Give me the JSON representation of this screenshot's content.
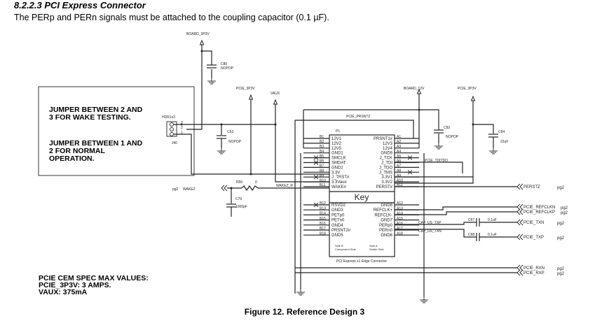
{
  "section": {
    "heading": "8.2.2.3  PCI Express Connector",
    "paragraph": "The PERp and PERn signals must be attached to the coupling capacitor (0.1 µF)."
  },
  "figure_caption": "Figure 12.  Reference Design 3",
  "notes": {
    "jumper_wake": [
      "JUMPER BETWEEN 2 AND",
      "3 FOR WAKE TESTING."
    ],
    "jumper_normal": [
      "JUMPER BETWEEN 1 AND",
      "2 FOR NORMAL",
      "OPERATION."
    ],
    "spec": [
      "PCIE CEM SPEC MAX VALUES:",
      "PCIE_3P3V:  3 AMPS.",
      "VAUX:    375mA"
    ]
  },
  "schematic": {
    "power": {
      "board_3p3v": "BOARD_3P3V",
      "pcie_3p3v_left": "PCIE_3P3V",
      "vaux": "VAUX",
      "board_12v": "BOARD_12V",
      "pcie_3p3v_right": "PCIE_3P3V"
    },
    "components": {
      "c80": {
        "ref": "C80",
        "value": "NOPOP"
      },
      "c63": {
        "ref": "C63",
        "value": "NOPOP"
      },
      "c82": {
        "ref": "C82",
        "value": "NOPOP"
      },
      "c64": {
        "ref": "C64",
        "value": "22uF"
      },
      "c79": {
        "ref": "C79",
        "value": "1000pF"
      },
      "r50": {
        "ref": "R50",
        "value": "0"
      },
      "c67": {
        "ref": "C67",
        "value": "0.1uF"
      },
      "c68": {
        "ref": "C68",
        "value": "0.1uF"
      },
      "header": {
        "type": "HDR1x3",
        "ref": "J40",
        "pins": [
          "3",
          "2",
          "1"
        ]
      }
    },
    "nets": {
      "pcie_prsntz": "PCIE_PRSNTZ",
      "pcie_tditdo": "PCIE_TDITDO",
      "wakez_r": "WAKEZ_R",
      "cap_us_txp": "CAP_US_TXP",
      "cap_us_txn": "CAP_US_TXN"
    },
    "offpage": {
      "wakez": {
        "page": "pg2",
        "name": "WAKEZ"
      },
      "right": [
        {
          "name": "PERSTZ",
          "page": "pg2"
        },
        {
          "name": "PCIE_REFCLKN",
          "page": "pg2"
        },
        {
          "name": "PCIE_REFCLKP",
          "page": "pg2"
        },
        {
          "name": "PCIE_TXN",
          "page": "pg2"
        },
        {
          "name": "PCIE_TXP",
          "page": "pg2"
        },
        {
          "name": "PCIE_RXN",
          "page": "pg2"
        },
        {
          "name": "PCIE_RXP",
          "page": "pg2"
        }
      ]
    },
    "connector": {
      "ref": "P1",
      "key": "Key",
      "title": "PCI Express x1 Edge Connector",
      "side_b": [
        "Side B",
        "Component Side"
      ],
      "side_a": [
        "Side A",
        "Solder Side"
      ],
      "pins_b": [
        {
          "num": "B1",
          "name": "12V1"
        },
        {
          "num": "B2",
          "name": "12V2"
        },
        {
          "num": "B3",
          "name": "12V5"
        },
        {
          "num": "B4",
          "name": "GND1"
        },
        {
          "num": "B5",
          "name": "SMCLK",
          "nc": true
        },
        {
          "num": "B6",
          "name": "SMDAT",
          "nc": true
        },
        {
          "num": "B7",
          "name": "GND2"
        },
        {
          "num": "B8",
          "name": "3.3V"
        },
        {
          "num": "B9",
          "name": "J_TRST#",
          "nc": true
        },
        {
          "num": "B10",
          "name": "3.3Vaux"
        },
        {
          "num": "B11",
          "name": "WAKE#"
        },
        {
          "num": "B12",
          "name": "RSVD2",
          "nc": true
        },
        {
          "num": "B13",
          "name": "GND3"
        },
        {
          "num": "B14",
          "name": "PETp0"
        },
        {
          "num": "B15",
          "name": "PETn0"
        },
        {
          "num": "B16",
          "name": "GND4"
        },
        {
          "num": "B17",
          "name": "PRSNT2#"
        },
        {
          "num": "B18",
          "name": "GND5"
        }
      ],
      "pins_a": [
        {
          "num": "A1",
          "name": "PRSNT1#"
        },
        {
          "num": "A2",
          "name": "12V3"
        },
        {
          "num": "A3",
          "name": "12V4"
        },
        {
          "num": "A4",
          "name": "GND9"
        },
        {
          "num": "A5",
          "name": "J_TCK",
          "nc": true
        },
        {
          "num": "A6",
          "name": "J_TDI"
        },
        {
          "num": "A7",
          "name": "J_TDO"
        },
        {
          "num": "A8",
          "name": "J_TMS",
          "nc": true
        },
        {
          "num": "A9",
          "name": "3.3V1"
        },
        {
          "num": "A10",
          "name": "3.3V2"
        },
        {
          "num": "A11",
          "name": "PERST#"
        },
        {
          "num": "A12",
          "name": "GND8"
        },
        {
          "num": "A13",
          "name": "REFCLK+"
        },
        {
          "num": "A14",
          "name": "REFCLK-"
        },
        {
          "num": "A15",
          "name": "GND7"
        },
        {
          "num": "A16",
          "name": "PERp0"
        },
        {
          "num": "A17",
          "name": "PERn0"
        },
        {
          "num": "A18",
          "name": "GND6"
        }
      ]
    }
  }
}
